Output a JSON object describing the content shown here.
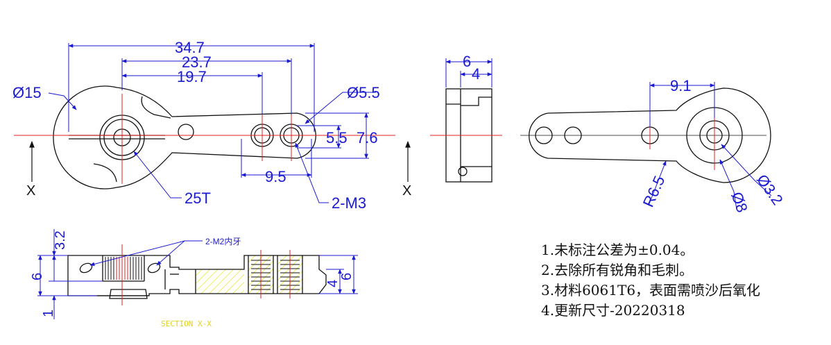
{
  "top_view": {
    "dims": {
      "overall": "34.7",
      "to_second_hole": "23.7",
      "to_first_hole": "19.7",
      "hub_diameter": "Ø15",
      "hole_diameter": "Ø5.5",
      "hole_height": "5.5",
      "arm_height": "7.6",
      "hole_spacing": "9.5",
      "spline": "25T",
      "threads": "2-M3"
    },
    "section_marks": [
      "X",
      "X"
    ]
  },
  "side_view": {
    "dims": {
      "thickness": "6",
      "lip": "4"
    }
  },
  "right_view": {
    "dims": {
      "offset": "9.1",
      "radius": "R6.5",
      "diameter_small": "Ø3.2",
      "diameter_large": "Ø8"
    }
  },
  "section_view": {
    "label": "SECTION X-X",
    "callout": "2-M2内牙",
    "dims": {
      "top": "3.2",
      "height_left": "6",
      "bottom": "1",
      "arm_thickness": "4",
      "height_right": "6"
    }
  },
  "notes": [
    "1.未标注公差为±0.04。",
    "2.去除所有锐角和毛刺。",
    "3.材料6061T6，表面需喷沙后氧化",
    "4.更新尺寸-20220318"
  ],
  "colors": {
    "outline": "#111111",
    "dimension": "#1a1ad0",
    "centerline": "#e02020",
    "section_fill": "#e6e61a",
    "section_label": "#e0d21a"
  }
}
